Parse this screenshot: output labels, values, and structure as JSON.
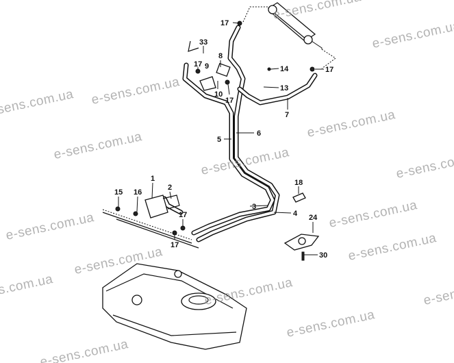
{
  "diagram": {
    "watermark": "e-sens.com.ua",
    "callouts": [
      "17",
      "33",
      "8",
      "17",
      "9",
      "10",
      "17",
      "14",
      "13",
      "17",
      "7",
      "6",
      "5",
      "18",
      "1",
      "2",
      "15",
      "16",
      "17",
      "3",
      "4",
      "17",
      "24",
      "30"
    ]
  }
}
